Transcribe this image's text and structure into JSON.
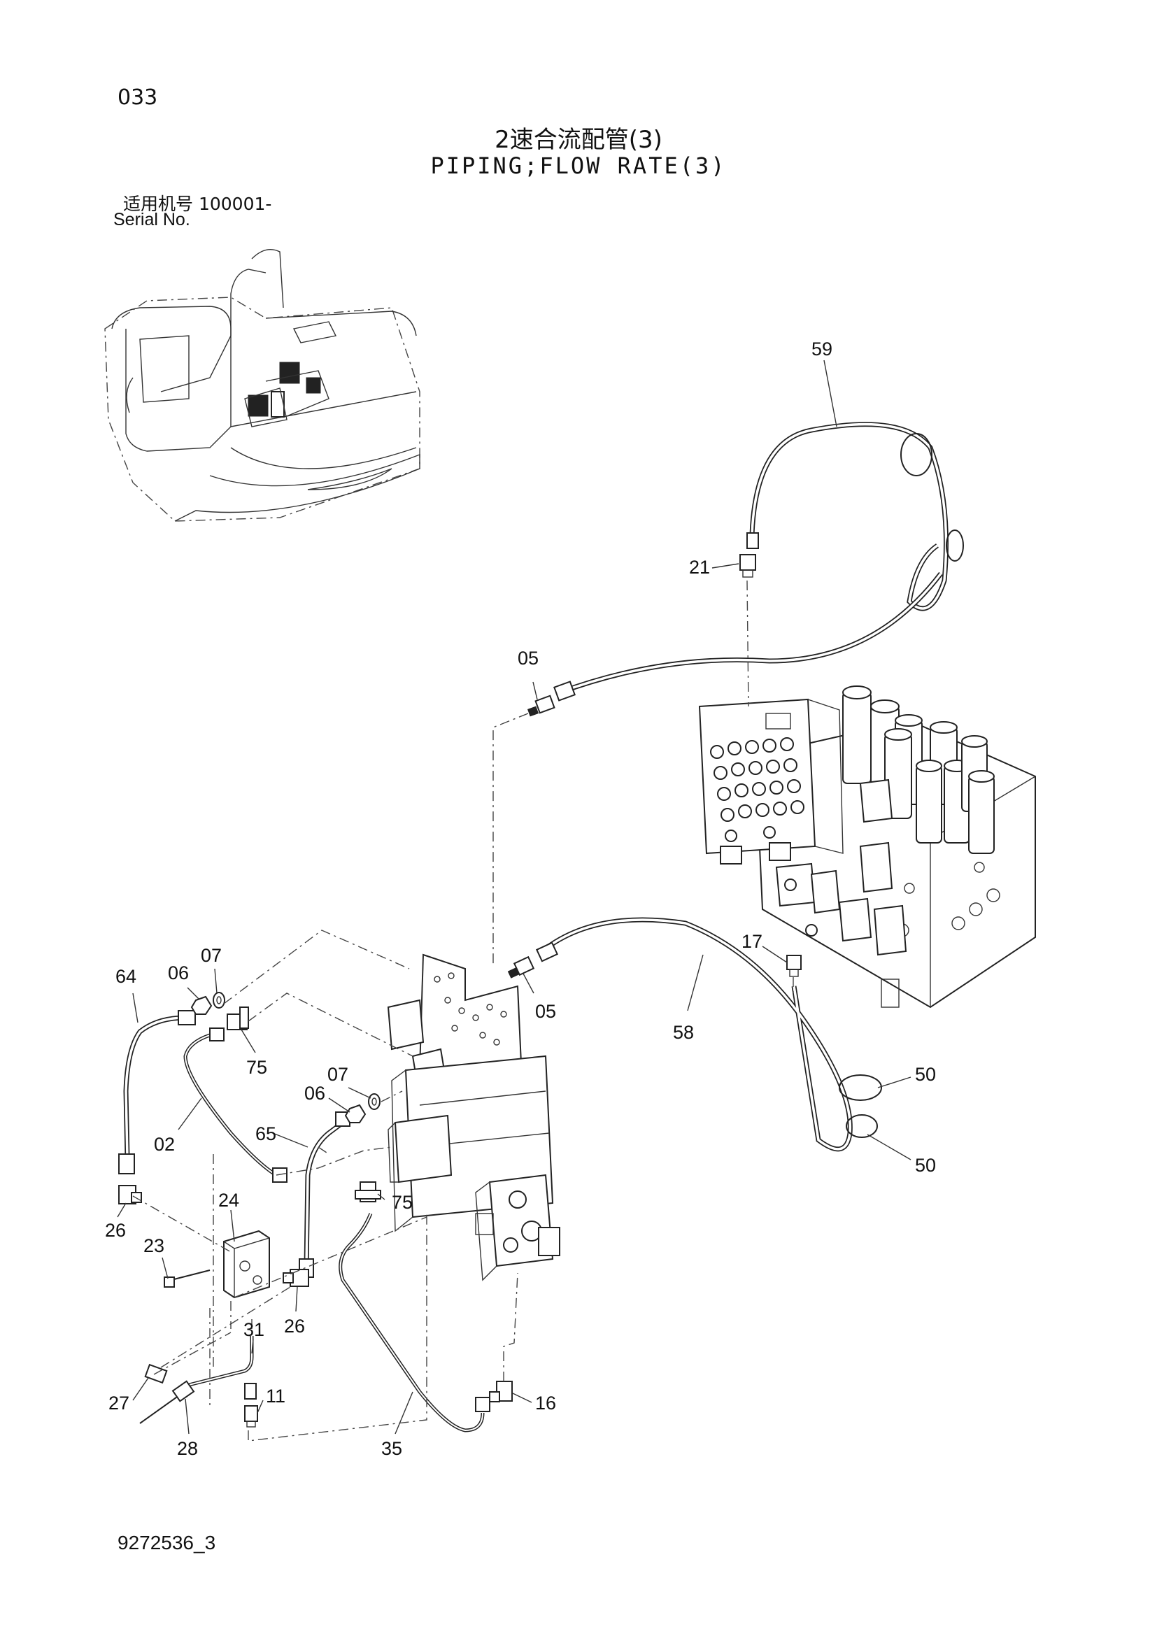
{
  "header": {
    "page_number": "033",
    "title_zh": "2速合流配管(3)",
    "title_en": "PIPING;FLOW RATE(3)",
    "serial_zh": "适用机号  100001-",
    "serial_en": "Serial No."
  },
  "footer": {
    "doc_number": "9272536_3"
  },
  "callouts": [
    {
      "id": "c59",
      "label": "59"
    },
    {
      "id": "c21",
      "label": "21"
    },
    {
      "id": "c05a",
      "label": "05"
    },
    {
      "id": "c05b",
      "label": "05"
    },
    {
      "id": "c17",
      "label": "17"
    },
    {
      "id": "c58",
      "label": "58"
    },
    {
      "id": "c50a",
      "label": "50"
    },
    {
      "id": "c50b",
      "label": "50"
    },
    {
      "id": "c64",
      "label": "64"
    },
    {
      "id": "c06a",
      "label": "06"
    },
    {
      "id": "c07a",
      "label": "07"
    },
    {
      "id": "c75a",
      "label": "75"
    },
    {
      "id": "c07b",
      "label": "07"
    },
    {
      "id": "c06b",
      "label": "06"
    },
    {
      "id": "c65",
      "label": "65"
    },
    {
      "id": "c02",
      "label": "02"
    },
    {
      "id": "c75b",
      "label": "75"
    },
    {
      "id": "c24",
      "label": "24"
    },
    {
      "id": "c26a",
      "label": "26"
    },
    {
      "id": "c23",
      "label": "23"
    },
    {
      "id": "c26b",
      "label": "26"
    },
    {
      "id": "c31",
      "label": "31"
    },
    {
      "id": "c11",
      "label": "11"
    },
    {
      "id": "c27",
      "label": "27"
    },
    {
      "id": "c28",
      "label": "28"
    },
    {
      "id": "c35",
      "label": "35"
    },
    {
      "id": "c16",
      "label": "16"
    }
  ]
}
